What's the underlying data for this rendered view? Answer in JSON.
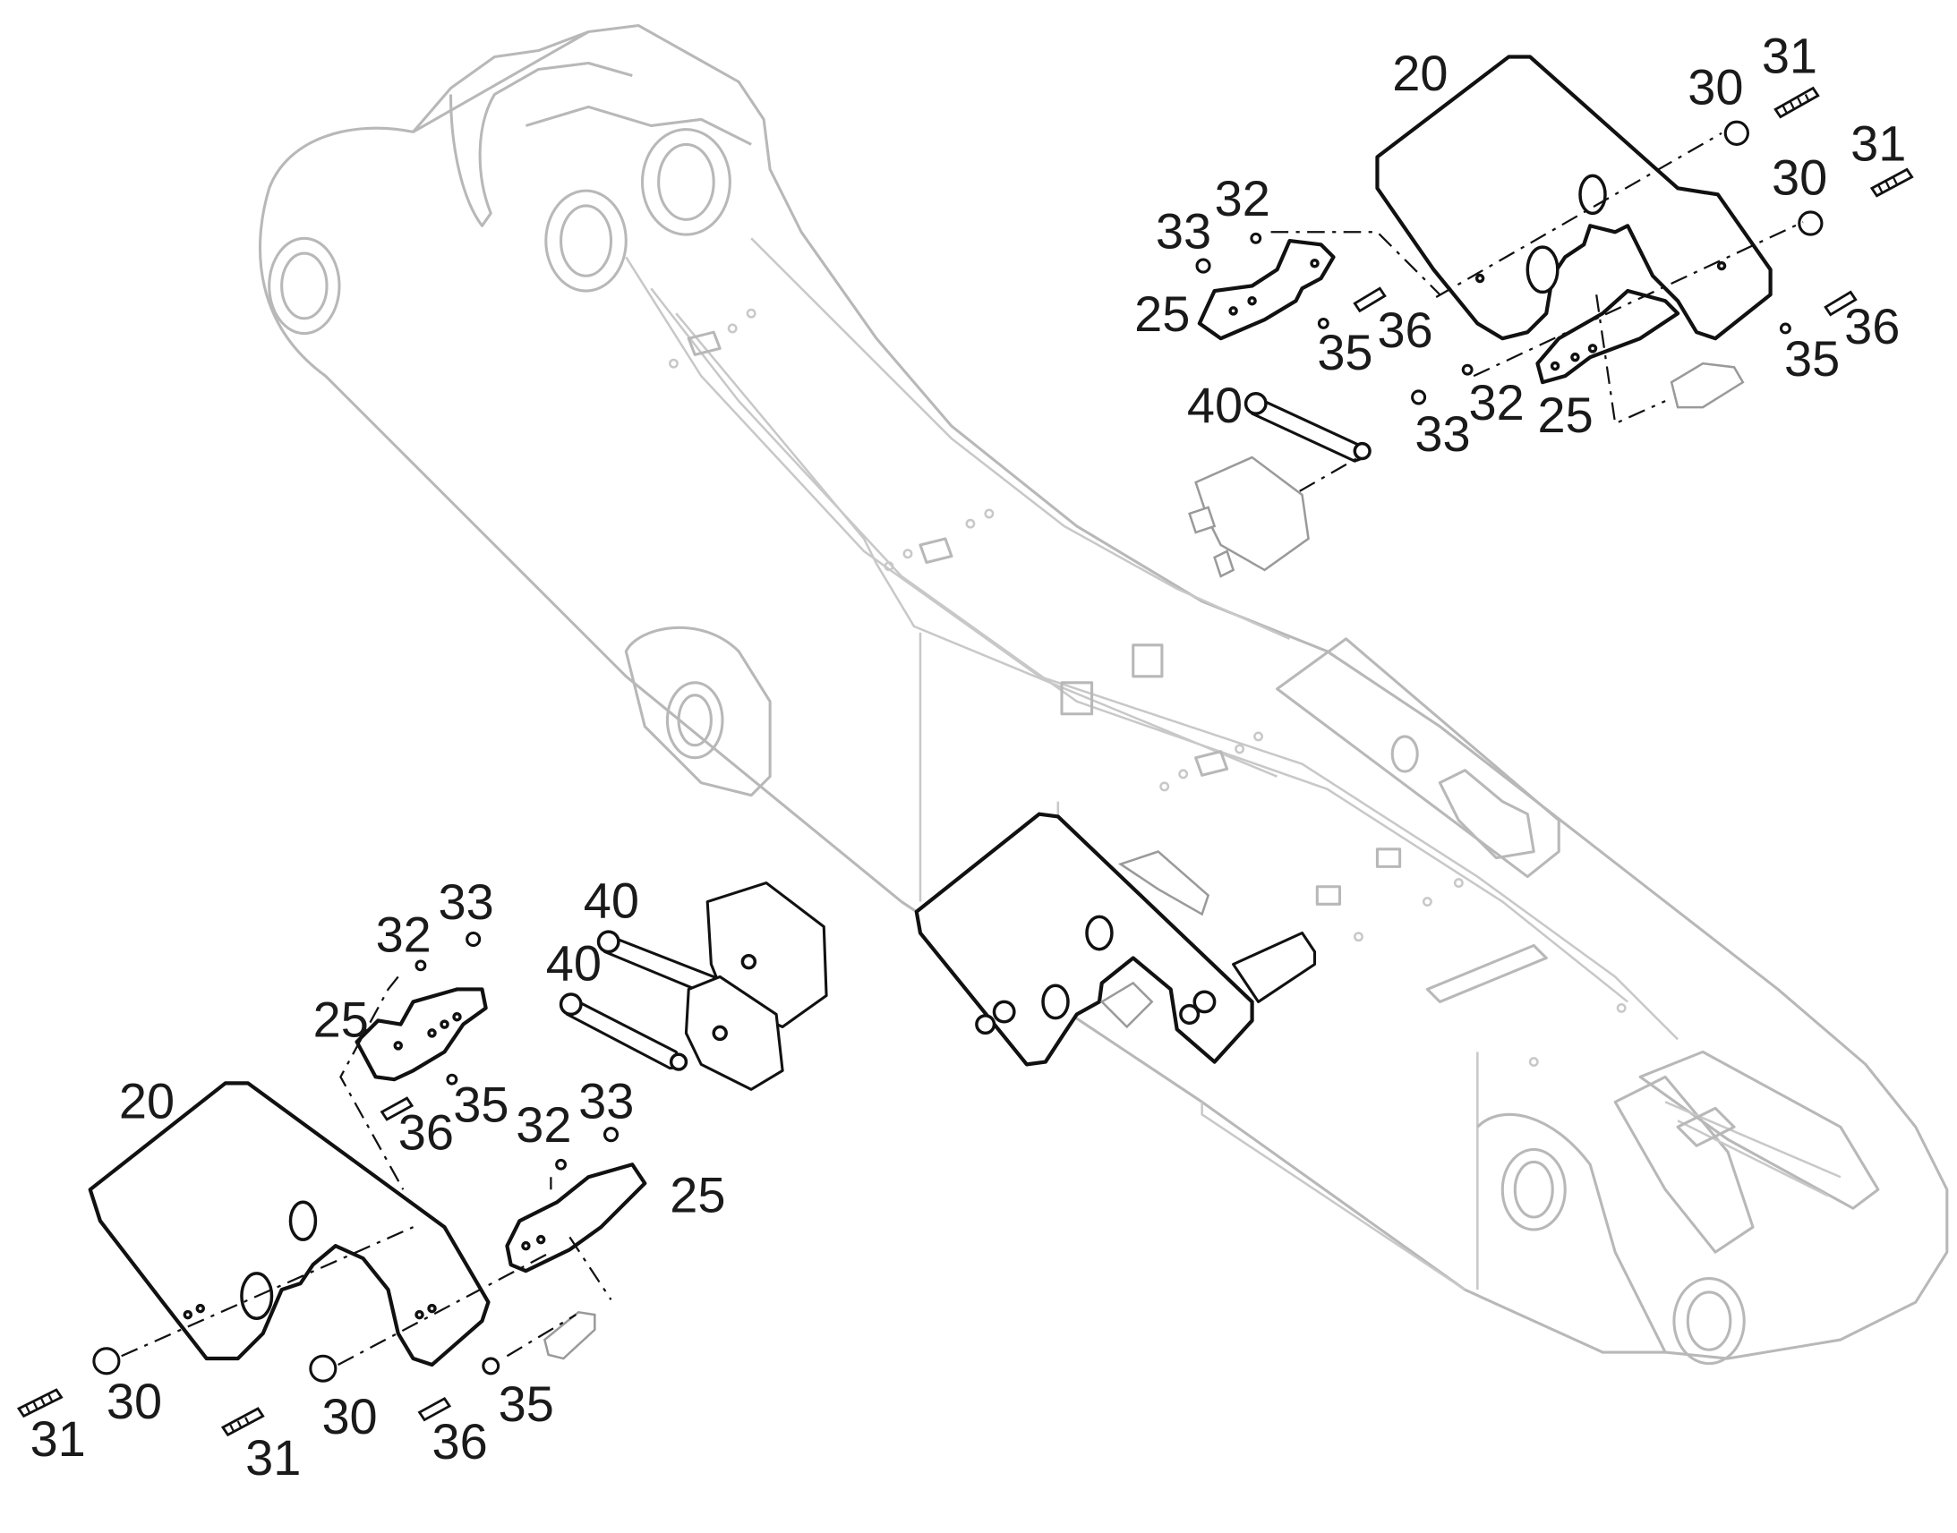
{
  "callouts": {
    "tr_20": "20",
    "tr_31a": "31",
    "tr_30a": "30",
    "tr_31b": "31",
    "tr_30b": "30",
    "tr_32a": "32",
    "tr_33a": "33",
    "tr_25a": "25",
    "tr_35a": "35",
    "tr_36a": "36",
    "tr_36b": "36",
    "tr_35b": "35",
    "tr_32b": "32",
    "tr_33b": "33",
    "tr_25b": "25",
    "tr_40": "40",
    "bl_40a": "40",
    "bl_40b": "40",
    "bl_33a": "33",
    "bl_32a": "32",
    "bl_25a": "25",
    "bl_20": "20",
    "bl_35a": "35",
    "bl_36a": "36",
    "bl_33b": "33",
    "bl_32b": "32",
    "bl_25b": "25",
    "bl_31a": "31",
    "bl_30a": "30",
    "bl_30b": "30",
    "bl_31b": "31",
    "bl_36b": "36",
    "bl_35b": "35"
  }
}
